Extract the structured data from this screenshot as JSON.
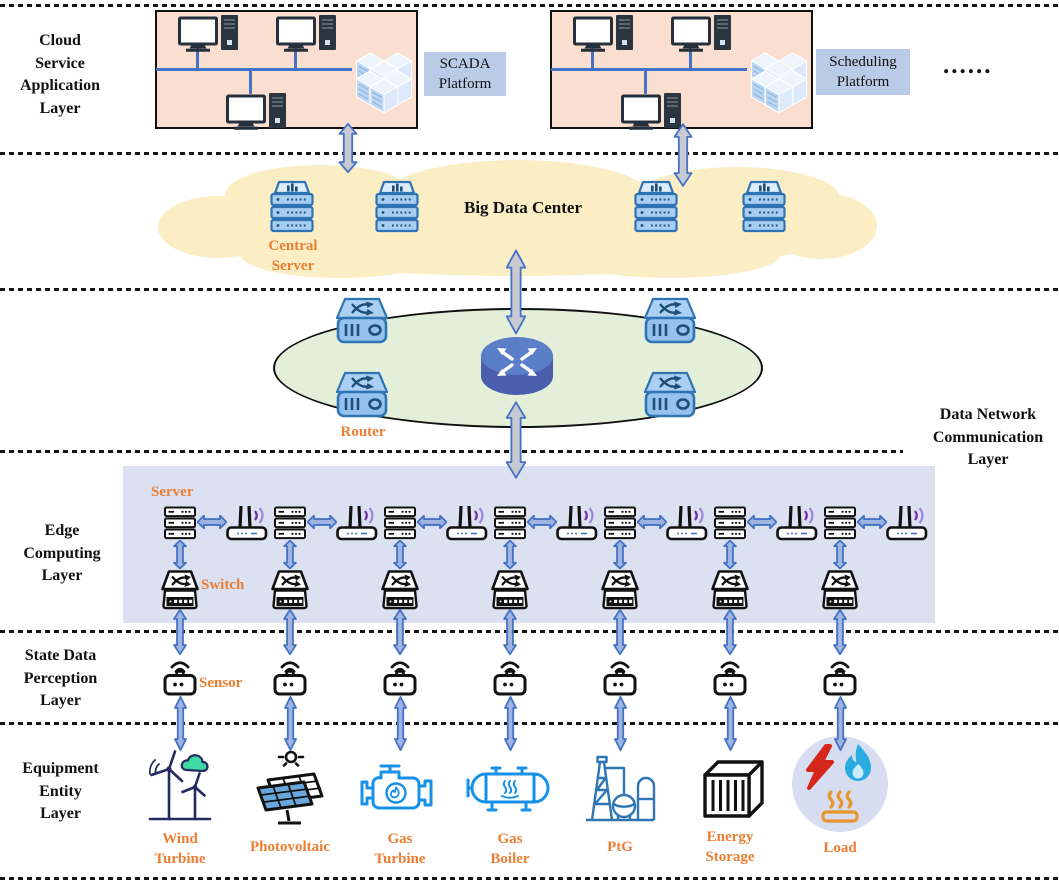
{
  "labels": {
    "cloud_layer": "Cloud\nService\nApplication\nLayer",
    "network_layer": "Data Network\nCommunication\nLayer",
    "edge_layer": "Edge\nComputing\nLayer",
    "perception_layer": "State Data\nPerception\nLayer",
    "equipment_layer": "Equipment\nEntity\nLayer"
  },
  "platforms": [
    {
      "label": "SCADA\nPlatform"
    },
    {
      "label": "Scheduling\nPlatform"
    }
  ],
  "ellipsis": "......",
  "big_data_center": {
    "title": "Big Data Center",
    "server_label": "Central\nServer",
    "server_count": 4
  },
  "network": {
    "router_label": "Router",
    "router_count": 4
  },
  "edge": {
    "server_label": "Server",
    "switch_label": "Switch",
    "column_count": 7
  },
  "perception": {
    "sensor_label": "Sensor"
  },
  "equipment": [
    {
      "name": "wind-turbine",
      "label": "Wind\nTurbine"
    },
    {
      "name": "photovoltaic",
      "label": "Photovoltaic"
    },
    {
      "name": "gas-turbine",
      "label": "Gas\nTurbine"
    },
    {
      "name": "gas-boiler",
      "label": "Gas\nBoiler"
    },
    {
      "name": "ptg",
      "label": "PtG"
    },
    {
      "name": "energy-storage",
      "label": "Energy\nStorage"
    },
    {
      "name": "load",
      "label": "Load"
    }
  ],
  "colors": {
    "accent_blue": "#4472C4",
    "icon_blue_dark": "#2E74B5",
    "icon_blue_ink": "#1F4E79",
    "icon_blue_fill": "#A7CDF0",
    "orange_label": "#ED7D31",
    "peach_box": "#FADFD0",
    "platform_box": "#B9CBE7",
    "cloud_yellow": "#FBEEC5",
    "ellipse_green": "#E4EFDA",
    "edge_lavender": "#DCE1F1",
    "core_router_top": "#5B7EC8",
    "core_router_body": "#4A5FAE",
    "wifi_purple": "#7030A0",
    "equipment_blue": "#1791E8",
    "equipment_navy": "#232A60",
    "ptg_steel": "#2E75B6",
    "load_red": "#D6281A",
    "load_flame": "#29ABE2",
    "load_heat": "#E8962E",
    "load_circle": "#D7DDF1",
    "arrow_gray": "#C9C9D2",
    "arrow_blue": "#9FB4E0",
    "wind_cloud_green": "#3FD9A3"
  }
}
